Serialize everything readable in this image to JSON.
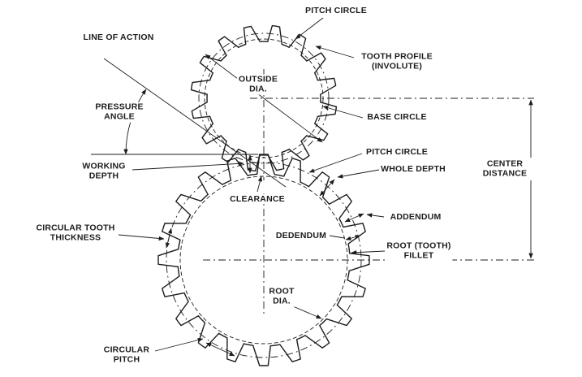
{
  "diagram": {
    "background": "#ffffff",
    "ink_color": "#1c1c1c",
    "labels": {
      "pitch_circle_top": "PITCH CIRCLE",
      "line_of_action": "LINE OF ACTION",
      "tooth_profile": "TOOTH PROFILE\n(INVOLUTE)",
      "outside_dia": "OUTSIDE\nDIA.",
      "pressure_angle": "PRESSURE\nANGLE",
      "base_circle": "BASE CIRCLE",
      "pitch_circle_lower": "PITCH CIRCLE",
      "whole_depth": "WHOLE DEPTH",
      "working_depth": "WORKING\nDEPTH",
      "clearance": "CLEARANCE",
      "addendum": "ADDENDUM",
      "dedendum": "DEDENDUM",
      "root_tooth_fillet": "ROOT (TOOTH)\nFILLET",
      "center_distance": "CENTER\nDISTANCE",
      "circular_tooth_thickness": "CIRCULAR TOOTH\nTHICKNESS",
      "root_dia": "ROOT\nDIA.",
      "circular_pitch": "CIRCULAR\nPITCH"
    }
  }
}
